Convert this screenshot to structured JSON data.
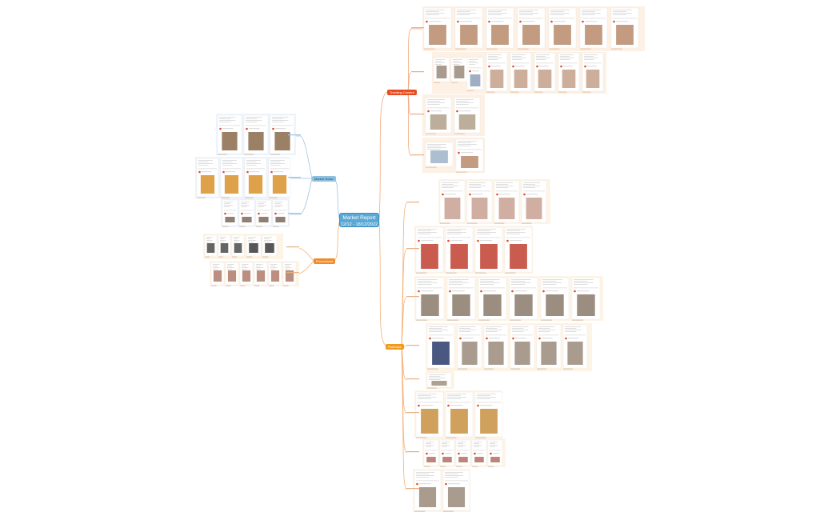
{
  "central": {
    "title": "Market Report",
    "dates": "12/12 - 18/12/2022"
  },
  "branches": [
    {
      "label": "Trending Content",
      "style": "b-red"
    },
    {
      "label": "Market Noise",
      "style": "b-blue"
    },
    {
      "label": "Promotional",
      "style": "b-orange2"
    },
    {
      "label": "Purchase",
      "style": "b-orange"
    }
  ],
  "colors": {
    "trending": "#e84c1e",
    "purchase": "#f29a1b",
    "promotional": "#f08a2c",
    "market_noise": "#8fc0e0",
    "central": "#5aa8d6",
    "connector_orange": "#f3b27a",
    "connector_blue": "#9cc4e4"
  }
}
